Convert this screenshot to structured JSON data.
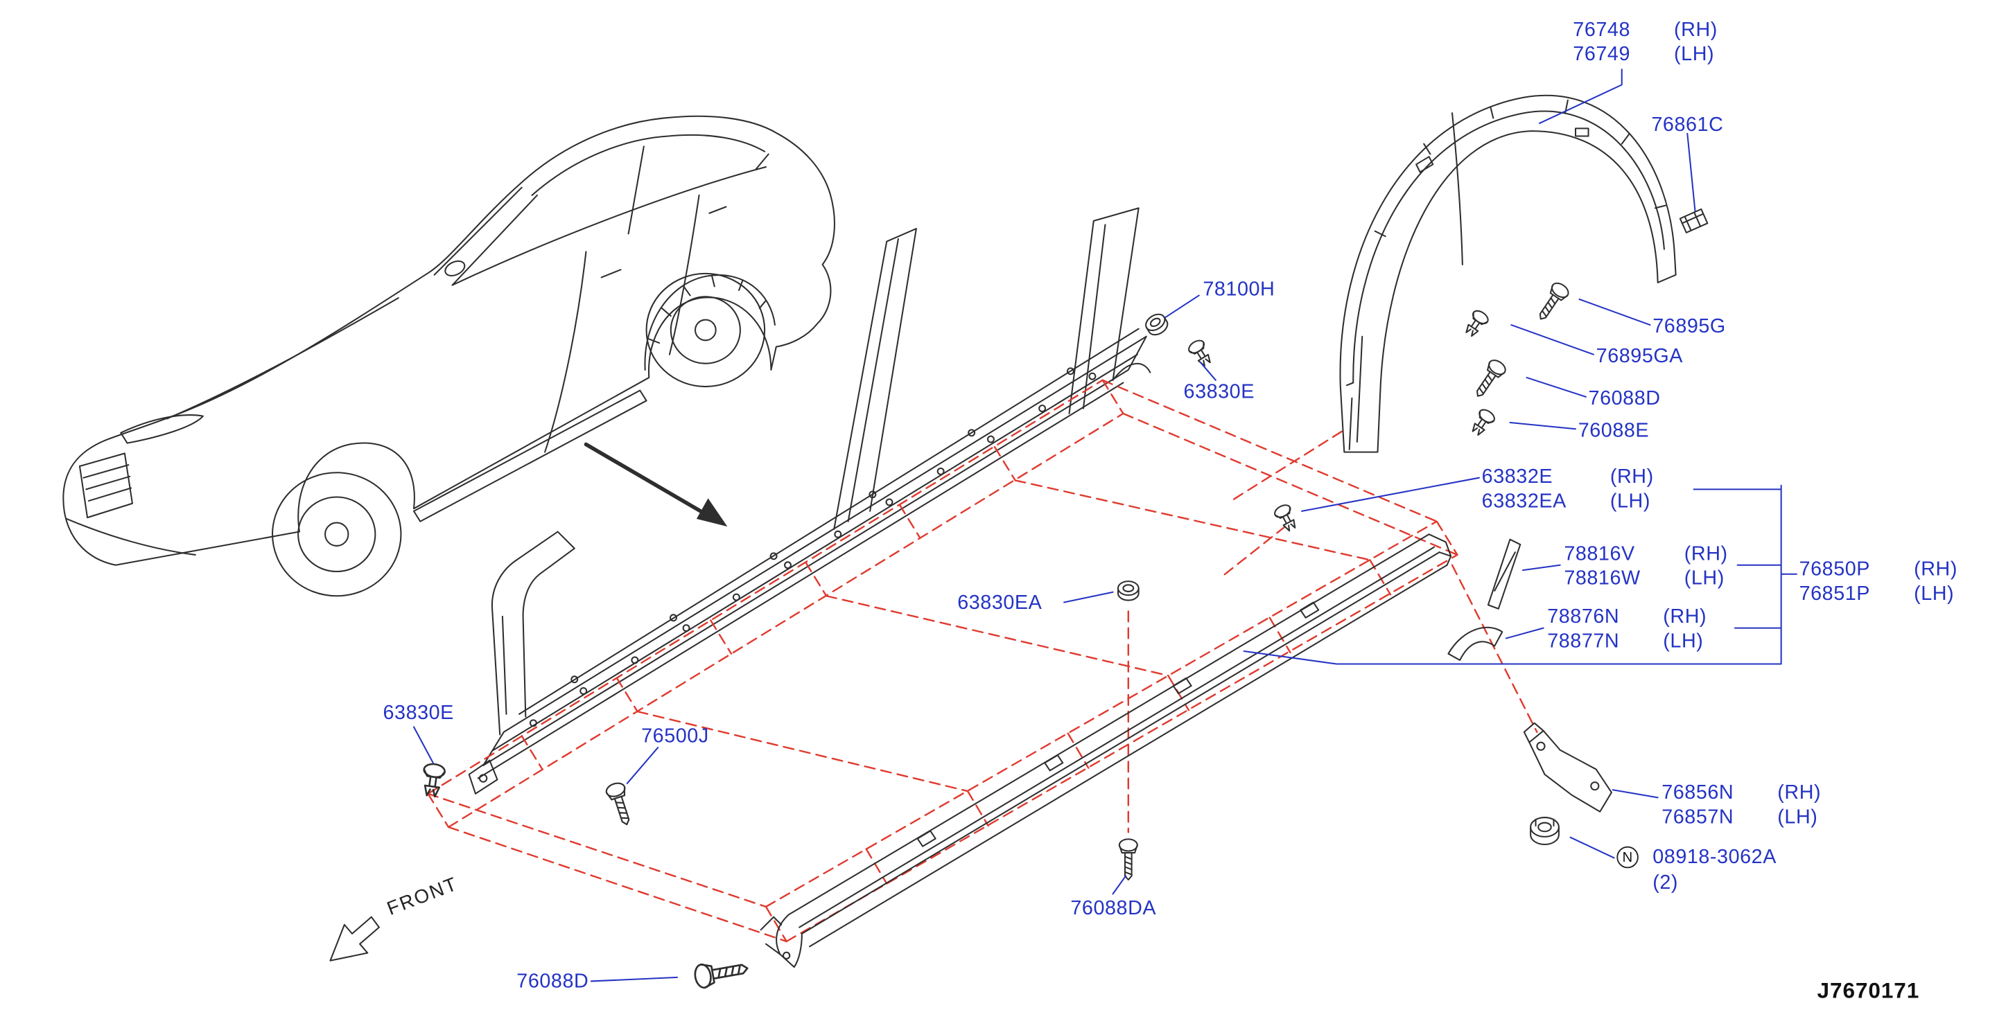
{
  "page": {
    "drawing_number": "J7670171",
    "front_label": "FRONT",
    "colors": {
      "part_label": "#2433c4",
      "guide_line": "#e03a2e",
      "artwork": "#2e2e2e"
    }
  },
  "callouts": {
    "fender_protector": {
      "part_rh": "76748",
      "side_rh": "(RH)",
      "part_lh": "76749",
      "side_lh": "(LH)"
    },
    "clip_76861c": {
      "part": "76861C"
    },
    "grommet_78100h": {
      "part": "78100H"
    },
    "clip_63830e_upper": {
      "part": "63830E"
    },
    "screw_76895g": {
      "part": "76895G"
    },
    "clip_76895ga": {
      "part": "76895GA"
    },
    "screw_76088d_upper": {
      "part": "76088D"
    },
    "clip_76088e": {
      "part": "76088E"
    },
    "clip_63832e": {
      "part_rh": "63832E",
      "side_rh": "(RH)",
      "part_lh": "63832EA",
      "side_lh": "(LH)"
    },
    "protector_78816v": {
      "part_rh": "78816V",
      "side_rh": "(RH)",
      "part_lh": "78816W",
      "side_lh": "(LH)"
    },
    "moulding_76850p": {
      "part_rh": "76850P",
      "side_rh": "(RH)",
      "part_lh": "76851P",
      "side_lh": "(LH)"
    },
    "protector_78876n": {
      "part_rh": "78876N",
      "side_rh": "(RH)",
      "part_lh": "78877N",
      "side_lh": "(LH)"
    },
    "grommet_63830ea": {
      "part": "63830EA"
    },
    "clip_63830e_lower": {
      "part": "63830E"
    },
    "screw_76500j": {
      "part": "76500J"
    },
    "bracket_76856n": {
      "part_rh": "76856N",
      "side_rh": "(RH)",
      "part_lh": "76857N",
      "side_lh": "(LH)"
    },
    "nut_08918": {
      "symbol": "N",
      "part": "08918-3062A",
      "qty": "(2)"
    },
    "screw_76088da": {
      "part": "76088DA"
    },
    "screw_76088d_lower": {
      "part": "76088D"
    }
  }
}
